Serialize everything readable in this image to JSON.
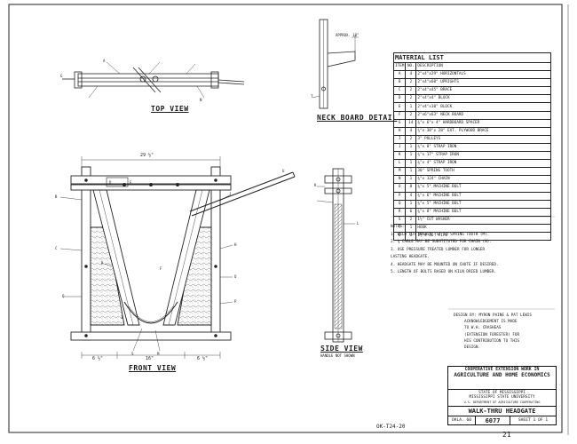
{
  "drawing": {
    "views": {
      "top_view": "TOP VIEW",
      "neck_board_detail": "NECK BOARD DETAIL",
      "front_view": "FRONT VIEW",
      "side_view": "SIDE VIEW",
      "side_view_note": "HANDLE NOT SHOWN"
    },
    "approx_label": "APPROX. 10\"",
    "dimensions": {
      "front_top": "29 ½\"",
      "front_bottom_left": "6 ½\"",
      "front_bottom_mid": "16\"",
      "front_bottom_right": "6 ½\""
    },
    "callout_letters": [
      "A",
      "B",
      "C",
      "D",
      "E",
      "F",
      "G",
      "H",
      "I",
      "J",
      "K",
      "L",
      "M",
      "N",
      "O",
      "P",
      "Q",
      "R",
      "S",
      "T",
      "U"
    ]
  },
  "material_list": {
    "title": "MATERIAL LIST",
    "headers": [
      "ITEM",
      "NO.",
      "DESCRIPTION"
    ],
    "rows": [
      [
        "A",
        "4",
        "2\"x4\"x29\" HORIZONTALS"
      ],
      [
        "B",
        "2",
        "2\"x4\"x60\" UPRIGHTS"
      ],
      [
        "C",
        "2",
        "2\"x4\"x45\" BRACE"
      ],
      [
        "D",
        "2",
        "2\"x4\"x4\" BLOCK"
      ],
      [
        "E",
        "1",
        "2\"x4\"x10\" BLOCK"
      ],
      [
        "F",
        "2",
        "2\"x6\"x63\" NECK BOARD"
      ],
      [
        "G",
        "14",
        "⅜\"x 6\"x 4\" HARDBOARD SPACER"
      ],
      [
        "H",
        "4",
        "¾\"x 30\"x 28\" EXT. PLYWOOD BRACE"
      ],
      [
        "I",
        "2",
        "3\" PULLEYS"
      ],
      [
        "J",
        "1",
        "¼\"x 8\" STRAP IRON"
      ],
      [
        "K",
        "1",
        "¼\"x 17\" STRAP IRON"
      ],
      [
        "L",
        "1",
        "⅛\"x 4\" STRAP IRON"
      ],
      [
        "M",
        "1",
        "30\" SPRING TOOTH"
      ],
      [
        "N",
        "1",
        "⅜\"x 124\" CHAIN"
      ],
      [
        "O",
        "8",
        "⅜\"x 5\" MACHINE BOLT"
      ],
      [
        "P",
        "4",
        "⅜\"x 6\" MACHINE BOLT"
      ],
      [
        "Q",
        "1",
        "⅜\"x 5\" MACHINE BOLT"
      ],
      [
        "R",
        "6",
        "⅜\"x 8\" MACHINE BOLT"
      ],
      [
        "S",
        "2",
        "1½\" CUT WASHER"
      ],
      [
        "T",
        "1",
        "HOOK"
      ],
      [
        "U",
        "1",
        "1½\"x 36\" PIPE"
      ]
    ]
  },
  "notes": {
    "title": "NOTES:",
    "items": [
      "1. WELD CUT WASHER (S) TO SPRING TOOTH (M).",
      "2. ⅜ CABLE MAY BE SUBSTITUTED FOR CHAIN (N).",
      "3. USE PRESSURE TREATED LUMBER FOR LONGER",
      "   LASTING HEADGATE.",
      "4. HEADGATE MAY BE MOUNTED ON CHUTE IF DESIRED.",
      "5. LENGTH OF BOLTS BASED ON KILN DRIED LUMBER."
    ]
  },
  "design_credit": {
    "lines": [
      "DESIGN BY: MYRON PAINE & PAT LEWIS",
      "ACKNOWLEDGEMENT IS MADE",
      "TO W.H. CRASHEAS",
      "(EXTENSION FORESTER) FOR",
      "HIS CONTRIBUTION TO THIS",
      "DESIGN."
    ]
  },
  "title_block": {
    "org_line1": "COOPERATIVE EXTENSION WORK IN",
    "org_line2": "AGRICULTURE AND HOME ECONOMICS",
    "state_line1": "STATE OF MISSISSIPPI",
    "state_line2": "MISSISSIPPI STATE UNIVERSITY",
    "state_line3": "U.S. DEPARTMENT OF AGRICULTURE COOPERATING",
    "drawing_title": "WALK-THRU HEADGATE",
    "plan_code": "OKLA. 60",
    "plan_number": "6077",
    "sheet": "SHEET 1 OF 1"
  },
  "footer": {
    "sheet_id": "OK-T24-20",
    "page_mark": "21"
  }
}
